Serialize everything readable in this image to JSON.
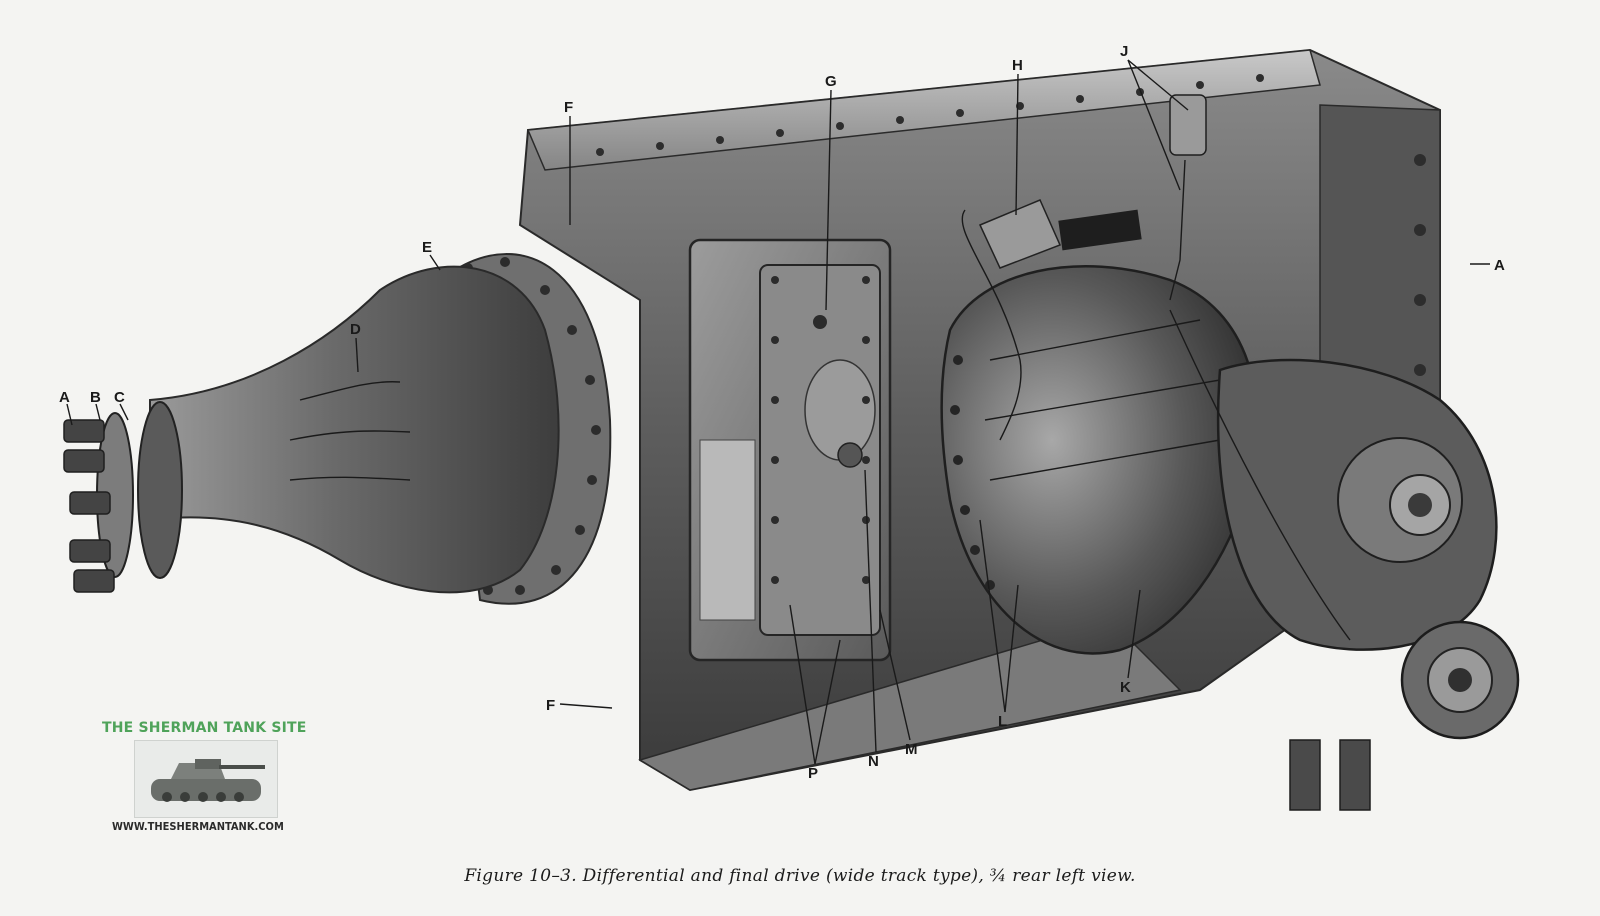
{
  "figure": {
    "caption": "Figure 10–3. Differential and final drive (wide track type), ¾ rear left view.",
    "callouts": [
      "A",
      "B",
      "C",
      "D",
      "E",
      "F",
      "G",
      "H",
      "J",
      "K",
      "L",
      "M",
      "N",
      "P"
    ],
    "labels": {
      "A_left": "A",
      "B": "B",
      "C": "C",
      "D": "D",
      "E": "E",
      "F_top": "F",
      "F_bottom": "F",
      "G": "G",
      "H": "H",
      "J": "J",
      "A_right": "A",
      "K": "K",
      "L": "L",
      "M": "M",
      "N": "N",
      "P": "P"
    }
  },
  "watermark": {
    "title": "THE SHERMAN TANK SITE",
    "url": "WWW.THESHERMANTANK.COM",
    "logo_icon": "sherman-tank-icon"
  },
  "colors": {
    "background": "#f4f4f2",
    "metal_dark": "#3a3a3a",
    "metal_mid": "#6e6e6e",
    "metal_light": "#b4b4b4",
    "watermark_green": "#4fa35a"
  }
}
